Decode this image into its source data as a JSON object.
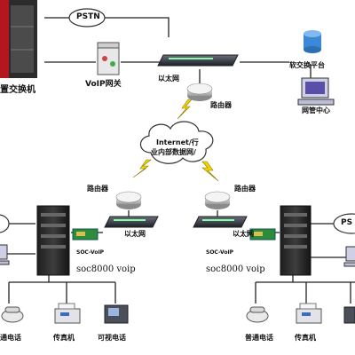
{
  "labels": {
    "pstn_top": "PSTN",
    "pstn_right": "PS",
    "pbx_left": "置交换机",
    "voip_gateway": "VoIP网关",
    "ethernet_top": "以太网",
    "router_top": "路由器",
    "pc_platform": "软交换平台",
    "mgmt_center": "网管中心",
    "cloud_line1": "Internet/行",
    "cloud_line2": "业内部数据网/",
    "router_left": "路由器",
    "router_right": "路由器",
    "ethernet_left": "以太网",
    "ethernet_right": "以太网",
    "soc_card_left": "SOC-VoIP",
    "soc_card_right": "SOC-VoIP",
    "soc_left": "soc8000 voip",
    "soc_right": "soc8000 voip",
    "phone_left": "通电话",
    "fax_left": "传真机",
    "visual_phone": "可视电话",
    "normal_phone": "普通电话",
    "fax_right": "传真机"
  }
}
